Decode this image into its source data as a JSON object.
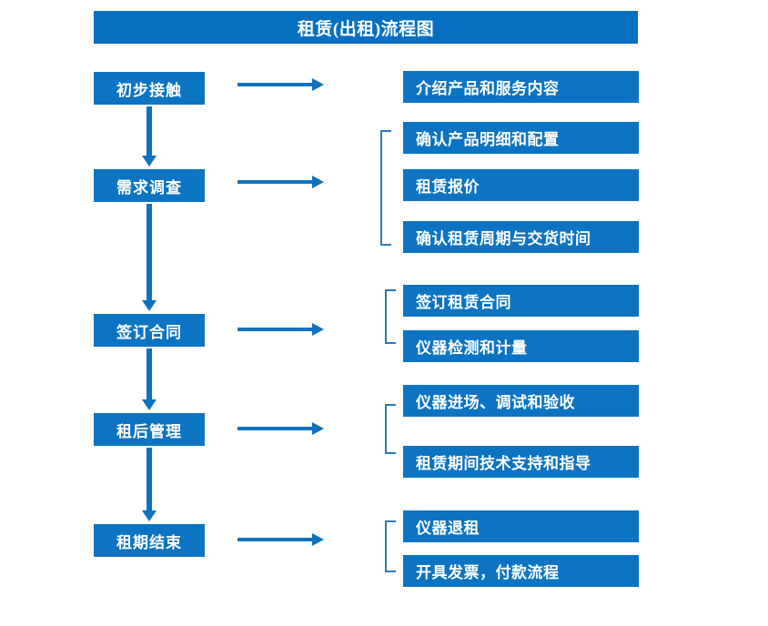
{
  "chart_data": {
    "type": "diagram",
    "title": "租赁(出租)流程图",
    "diagram_kind": "flowchart",
    "orientation": "vertical-with-branches",
    "stages": [
      {
        "label": "初步接触",
        "details": [
          "介绍产品和服务内容"
        ]
      },
      {
        "label": "需求调查",
        "details": [
          "确认产品明细和配置",
          "租赁报价",
          "确认租赁周期与交货时间"
        ]
      },
      {
        "label": "签订合同",
        "details": [
          "签订租赁合同",
          "仪器检测和计量"
        ]
      },
      {
        "label": "租后管理",
        "details": [
          "仪器进场、调试和验收",
          "租赁期间技术支持和指导"
        ]
      },
      {
        "label": "租期结束",
        "details": [
          "仪器退租",
          "开具发票，付款流程"
        ]
      }
    ]
  },
  "header": {
    "title": "租赁(出租)流程图"
  },
  "colors": {
    "title_bar": "#0670c0",
    "box_fill": "#0c74c2",
    "box_text": "#ffffff",
    "arrow": "#0f72be",
    "bracket": "#2e7ab8",
    "background": "#ffffff"
  },
  "stages": [
    {
      "label": "初步接触"
    },
    {
      "label": "需求调查"
    },
    {
      "label": "签订合同"
    },
    {
      "label": "租后管理"
    },
    {
      "label": "租期结束"
    }
  ],
  "details": [
    {
      "label": "介绍产品和服务内容"
    },
    {
      "label": "确认产品明细和配置"
    },
    {
      "label": "租赁报价"
    },
    {
      "label": "确认租赁周期与交货时间"
    },
    {
      "label": "签订租赁合同"
    },
    {
      "label": "仪器检测和计量"
    },
    {
      "label": "仪器进场、调试和验收"
    },
    {
      "label": "租赁期间技术支持和指导"
    },
    {
      "label": "仪器退租"
    },
    {
      "label": "开具发票，付款流程"
    }
  ]
}
